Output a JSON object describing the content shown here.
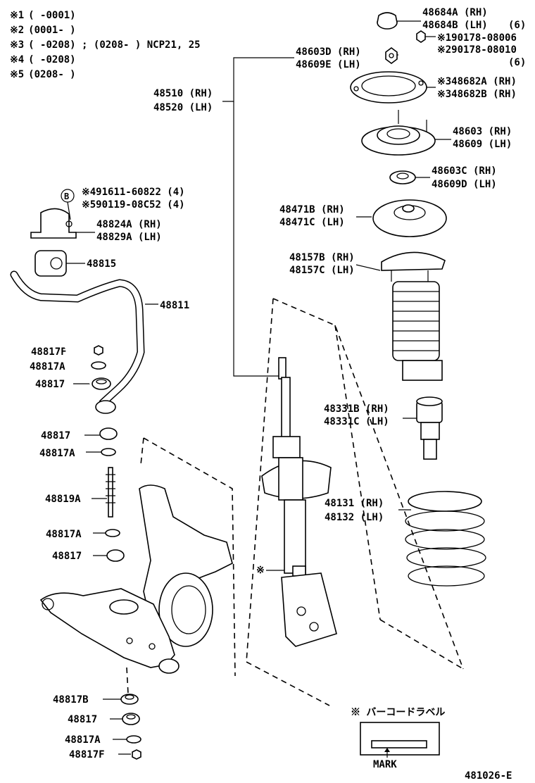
{
  "notes": [
    {
      "mark": "※1",
      "range": "(      -0001)"
    },
    {
      "mark": "※2",
      "range": "(0001-      )"
    },
    {
      "mark": "※3",
      "range": "(     -0208) ; (0208-      ) NCP21, 25"
    },
    {
      "mark": "※4",
      "range": "(     -0208)"
    },
    {
      "mark": "※5",
      "range": "(0208-      )"
    }
  ],
  "labels": {
    "p48684": [
      "48684A (RH)",
      "48684B (LH)"
    ],
    "p48684_qty": "(6)",
    "p90178_1": "※190178-08006",
    "p90178_2": "※290178-08010",
    "p90178_qty": "(6)",
    "p48603D": [
      "48603D (RH)",
      "48609E (LH)"
    ],
    "p48682": [
      "※348682A (RH)",
      "※348682B (RH)"
    ],
    "p48510": [
      "48510 (RH)",
      "48520 (LH)"
    ],
    "p48603": [
      "48603 (RH)",
      "48609 (LH)"
    ],
    "p48603C": [
      "48603C (RH)",
      "48609D (LH)"
    ],
    "p91611": "※491611-60822 (4)",
    "p90119": "※590119-08C52 (4)",
    "callout_b": "B",
    "p48824": [
      "48824A (RH)",
      "48829A (LH)"
    ],
    "p48471": [
      "48471B (RH)",
      "48471C (LH)"
    ],
    "p48815": "48815",
    "p48157": [
      "48157B (RH)",
      "48157C (LH)"
    ],
    "p48811": "48811",
    "p48817F_a": "48817F",
    "p48817A_a": "48817A",
    "p48817_a": "48817",
    "p48331": [
      "48331B (RH)",
      "48331C (LH)"
    ],
    "p48817_b": "48817",
    "p48817A_b": "48817A",
    "p48819A": "48819A",
    "p48131": [
      "48131 (RH)",
      "48132 (LH)"
    ],
    "p48817A_c": "48817A",
    "p48817_c": "48817",
    "strut_mark": "※",
    "p48817B": "48817B",
    "p48817_d": "48817",
    "p48817A_d": "48817A",
    "p48817F_d": "48817F",
    "barcode_title": "※  バーコードラベル",
    "barcode_mark": "MARK",
    "diagram_id": "481026-E"
  }
}
